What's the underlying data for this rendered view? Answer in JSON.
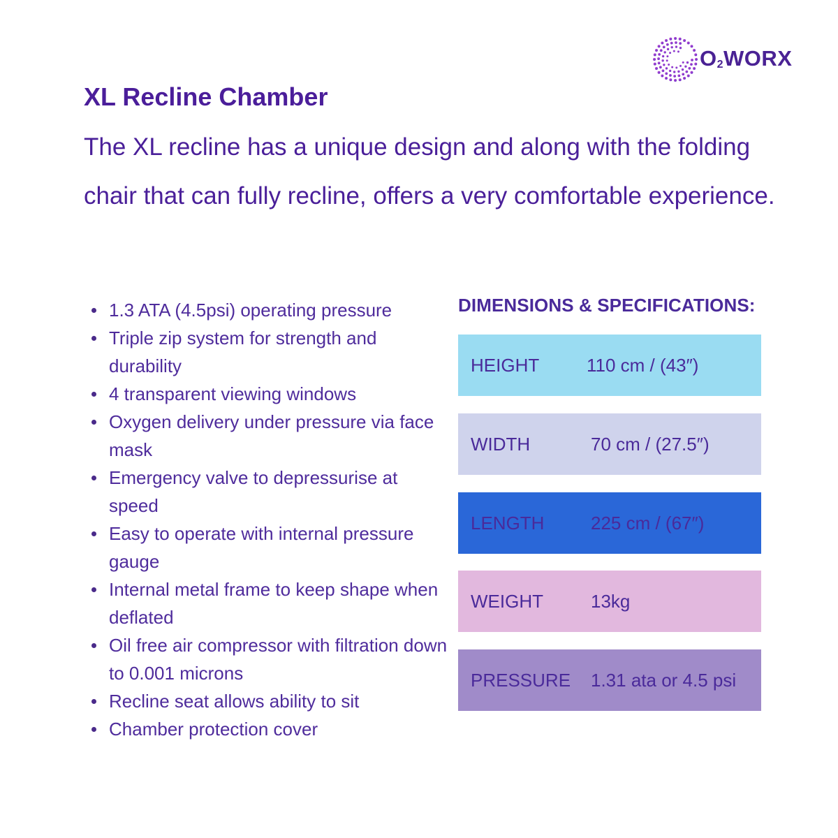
{
  "brand": {
    "logo_text": "O",
    "logo_sub": "2",
    "logo_rest": "WORX"
  },
  "title": "XL Recline Chamber",
  "intro": "The XL recline has a unique design and along with the folding chair that can fully recline, offers a very comfortable experience.",
  "features": [
    "1.3 ATA (4.5psi) operating pressure",
    "Triple zip system for strength and durability",
    "4 transparent viewing windows",
    "Oxygen delivery under pressure via face mask",
    "Emergency valve to depressurise at speed",
    "Easy to operate with internal pressure gauge",
    "Internal metal frame to keep shape when deflated",
    "Oil free air compressor with filtration down to 0.001 microns",
    "Recline seat allows ability to sit",
    "Chamber protection cover"
  ],
  "specs": {
    "heading": "DIMENSIONS & SPECIFICATIONS:",
    "rows": [
      {
        "label": "HEIGHT",
        "value": "110 cm / (43″)",
        "color": "#9adcf2"
      },
      {
        "label": "WIDTH",
        "value": "70 cm / (27.5″)",
        "color": "#cfd3ec"
      },
      {
        "label": "LENGTH",
        "value": "225 cm / (67″)",
        "color": "#2a67d8"
      },
      {
        "label": "WEIGHT",
        "value": "13kg",
        "color": "#e2b8de"
      },
      {
        "label": "PRESSURE",
        "value": "1.31 ata or 4.5 psi",
        "color": "#a08bc9"
      }
    ]
  },
  "colors": {
    "text": "#4a2a9a",
    "title": "#4b1e9a",
    "logo_gradient_start": "#c64fd8",
    "logo_gradient_end": "#5b2bc4"
  }
}
